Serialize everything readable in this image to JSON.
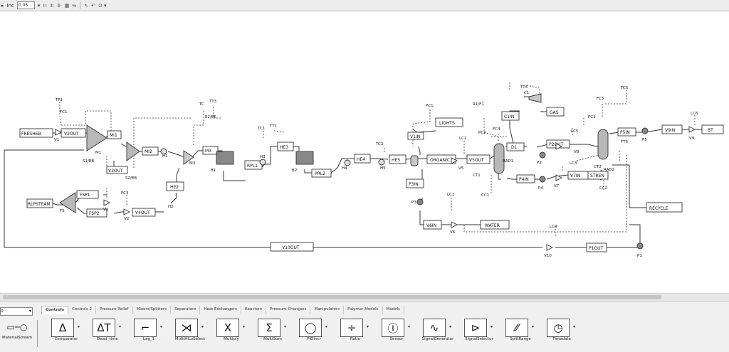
{
  "toolbar": {
    "inc_label": "Inc",
    "inc_value": "0.05"
  },
  "flowsheet": {
    "tags": {
      "tf1": "TF1",
      "fc1": "FC1",
      "tc": "TC",
      "tt3": "TT3",
      "e2ee": "E2/EE",
      "tc1": "TC1",
      "tt1": "TT1",
      "tc2": "TC2",
      "pc1": "PC1",
      "lc2": "LC2",
      "pc2": "PC2",
      "rf1": "R1/F1",
      "fc4": "FC4",
      "tt4": "TT4",
      "lc1": "LC1",
      "ct1": "CT1",
      "cc1": "CC1",
      "lc5": "LC5",
      "lc3": "LC3",
      "fc5": "FC5",
      "tc5": "TC5",
      "pc3": "PC3",
      "tt5": "TT5",
      "ct2": "CT2",
      "cc2": "CC2",
      "lc6": "LC6",
      "lc4": "LC4",
      "fc3": "FC3",
      "s1eb": "S1/EB",
      "s2eb": "S2/EB"
    },
    "streams": {
      "freshb": "FRESHEB",
      "v2out": "V2OUT",
      "m1": "M1",
      "mi1": "MI1",
      "mi2": "MI2",
      "m3": "M3",
      "m3b": "M3",
      "v3out": "V3OUT",
      "rlpsteam": "RLPSTEAM",
      "fsp1": "FSP1",
      "fsp2": "FSP2",
      "v4out": "V4OUT",
      "he2": "HE2",
      "h2": "H2",
      "rpl1": "RPL1",
      "he3": "HE3",
      "prl2": "PRL2",
      "he4": "HE4",
      "he5": "HE5",
      "v1in": "V1IN",
      "lights": "LIGHTS",
      "organic": "ORGANIC",
      "v5out": "V5OUT",
      "c1in": "C1IN",
      "gas": "GAS",
      "d1": "D1",
      "p2out": "P2OUT",
      "p4in": "P4IN",
      "v7in": "V7IN",
      "stren": "STREN",
      "p5in": "P5IN",
      "v9in": "V9IN",
      "bt": "BT",
      "p3in": "P3IN",
      "v6in": "V6IN",
      "water": "WATER",
      "recycle": "RECYCLE",
      "v10out": "V10OUT",
      "p1out": "P1OUT"
    },
    "units": {
      "v1": "V1",
      "v2": "V2",
      "v3": "V3",
      "fs": "FS",
      "m1": "M1",
      "h1": "H1",
      "b1": "B1",
      "h3": "H3",
      "b2": "B2",
      "h4": "H4",
      "h5": "H5",
      "v5": "V5",
      "p3": "P3",
      "v6": "V6",
      "rad1": "RAD1",
      "c1": "C1",
      "p2": "P2",
      "v8": "V8",
      "p4": "P4",
      "v7": "V7",
      "rad2": "RAD2",
      "p5": "P5",
      "v9": "V9",
      "v10": "V10",
      "p1": "P1",
      "h2": "H2"
    }
  },
  "palette": {
    "combo_value": "0",
    "tabs": [
      "Controls",
      "Controls 2",
      "Pressure Relief",
      "Mixers/Splitters",
      "Separators",
      "Heat Exchangers",
      "Reactors",
      "Pressure Changers",
      "Manipulators",
      "Polymer Models",
      "Models"
    ],
    "material_stream": "MaterialStream",
    "items": [
      {
        "label": "Comparator",
        "symbol": "Δ"
      },
      {
        "label": "Dead_time",
        "symbol": "ΔT"
      },
      {
        "label": "Lag_1",
        "symbol": "⌐"
      },
      {
        "label": "MultiHiLoSelect",
        "symbol": "⋊"
      },
      {
        "label": "Multiply",
        "symbol": "X"
      },
      {
        "label": "MultiSum",
        "symbol": "Σ"
      },
      {
        "label": "PIDIncr",
        "symbol": "◯"
      },
      {
        "label": "Ratio",
        "symbol": "÷"
      },
      {
        "label": "Sensor",
        "symbol": "Ⓘ"
      },
      {
        "label": "SignalGenerator",
        "symbol": "∿"
      },
      {
        "label": "SignalSelector",
        "symbol": "⊳"
      },
      {
        "label": "SplitRange",
        "symbol": "⁄⁄"
      },
      {
        "label": "Timedata",
        "symbol": "◷"
      }
    ]
  }
}
